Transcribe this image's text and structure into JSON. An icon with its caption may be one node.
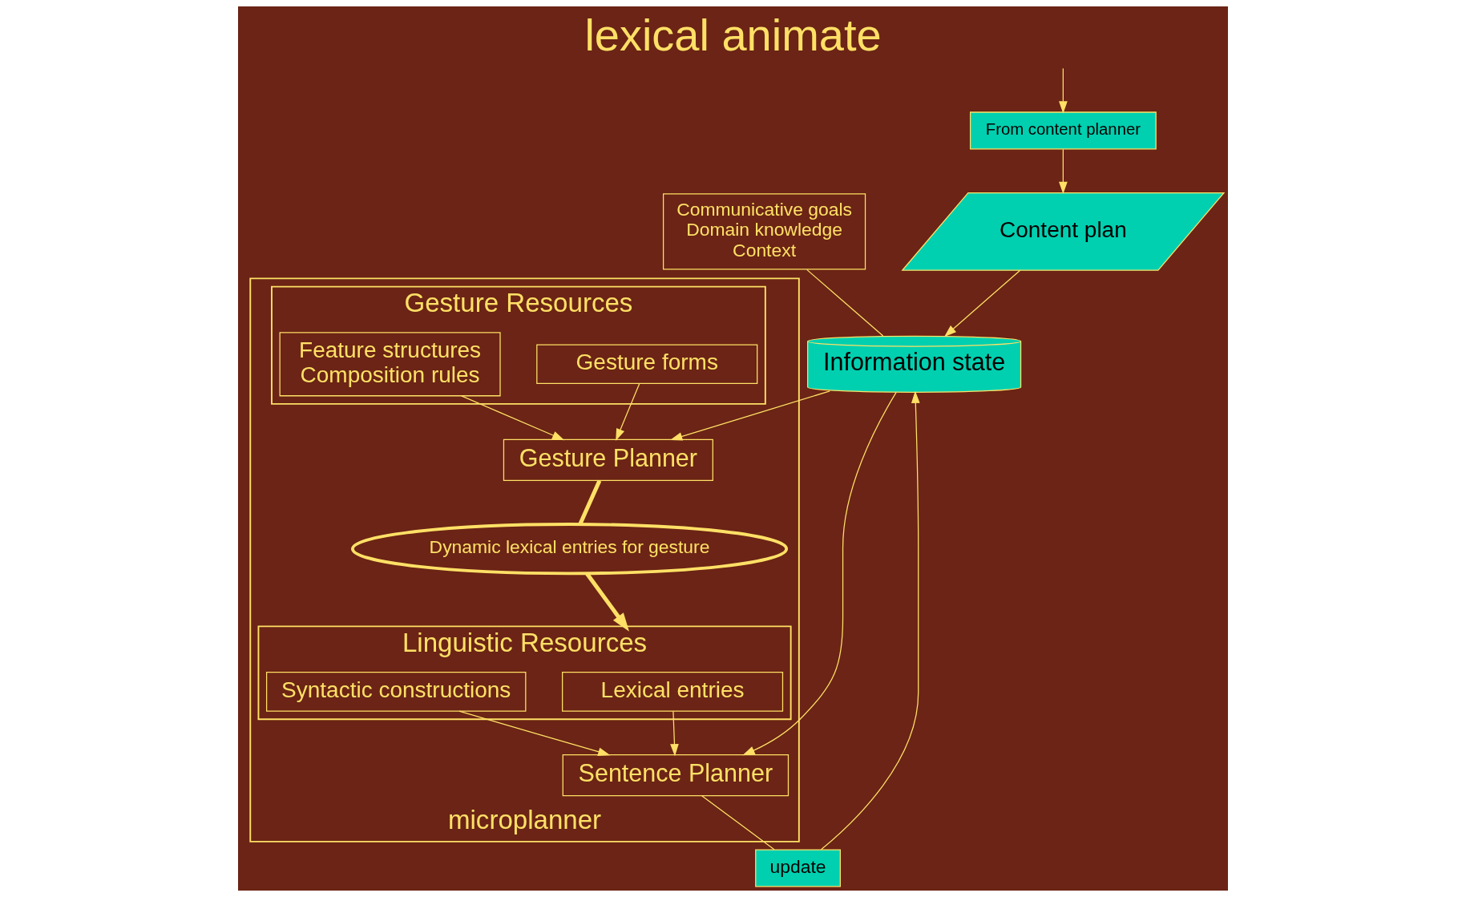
{
  "diagram": {
    "title": "lexical animate",
    "nodes": [
      {
        "text": [
          "From content planner"
        ]
      },
      {
        "text": [
          "Content plan"
        ]
      },
      {
        "text": [
          "Information state"
        ]
      },
      {
        "text": [
          "Communicative goals",
          "Domain knowledge",
          "Context"
        ]
      },
      {
        "text": [
          "update"
        ]
      },
      {
        "text": [
          "microplanner"
        ]
      },
      {
        "text": [
          "Gesture Planner"
        ],
        "in": 5
      },
      {
        "text": [
          "Dynamic lexical entries for gesture"
        ],
        "in": 5
      },
      {
        "text": [
          "Sentence Planner"
        ],
        "in": 5
      },
      {
        "text": [
          "Gesture Resources"
        ],
        "in": 5
      },
      {
        "text": [
          "Gesture forms"
        ],
        "in": 9
      },
      {
        "text": [
          "Feature structures",
          "Composition rules"
        ],
        "in": 9
      },
      {
        "text": [
          "Linguistic Resources"
        ],
        "in": 5
      },
      {
        "text": [
          "Lexical entries"
        ],
        "in": 12
      },
      {
        "text": [
          "Syntactic constructions"
        ],
        "in": 12
      }
    ],
    "edges": [
      {
        "from": null,
        "to": 0,
        "arrow": "to"
      },
      {
        "from": 0,
        "to": 1,
        "arrow": "to"
      },
      {
        "from": 1,
        "to": 2,
        "arrow": "to"
      },
      {
        "from": 3,
        "to": 2,
        "arrow": "none"
      },
      {
        "from": 2,
        "to": 6,
        "arrow": "to"
      },
      {
        "from": 2,
        "to": 8,
        "arrow": "to"
      },
      {
        "from": 8,
        "to": 4,
        "arrow": "none"
      },
      {
        "from": 4,
        "to": 2,
        "arrow": "to"
      },
      {
        "from": 6,
        "to": 7,
        "arrow": "none",
        "style": "thick"
      },
      {
        "from": 7,
        "to": 12,
        "arrow": "to",
        "style": "thick"
      },
      {
        "from": 10,
        "to": 6,
        "arrow": "to"
      },
      {
        "from": 11,
        "to": 6,
        "arrow": "to"
      },
      {
        "from": 13,
        "to": 8,
        "arrow": "to"
      },
      {
        "from": 14,
        "to": 8,
        "arrow": "to"
      }
    ]
  }
}
